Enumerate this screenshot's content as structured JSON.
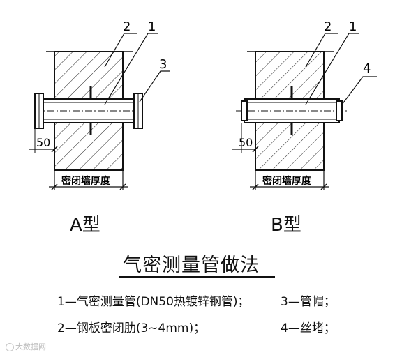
{
  "diagram": {
    "title": "气密测量管做法",
    "detail_a": {
      "type_label": "A型",
      "callouts": [
        "2",
        "1",
        "3"
      ],
      "dimension": "50",
      "wall_label": "密闭墙厚度"
    },
    "detail_b": {
      "type_label": "B型",
      "callouts": [
        "2",
        "1",
        "4"
      ],
      "dimension": "50",
      "wall_label": "密闭墙厚度"
    },
    "legend": [
      "1—气密测量管(DN50热镀锌钢管)；",
      "3—管帽；",
      "2—钢板密闭肋(3~4mm)；",
      "4—丝堵；"
    ],
    "watermark": "大数据网"
  }
}
